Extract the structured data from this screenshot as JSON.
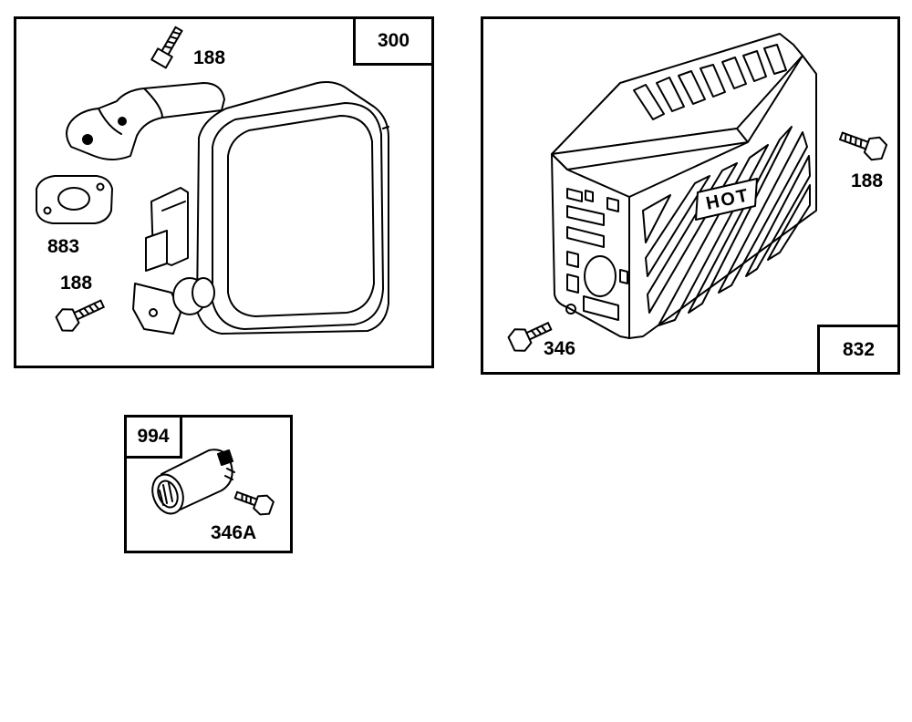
{
  "panels": {
    "muffler": {
      "ref": "300",
      "callouts": {
        "bolt_top": "188",
        "gasket": "883",
        "bolt_bottom": "188"
      }
    },
    "guard": {
      "ref": "832",
      "guard_text": "HOT",
      "callouts": {
        "bolt_right": "188",
        "screw": "346"
      }
    },
    "arrester": {
      "ref": "994",
      "callouts": {
        "screw": "346A"
      }
    }
  }
}
